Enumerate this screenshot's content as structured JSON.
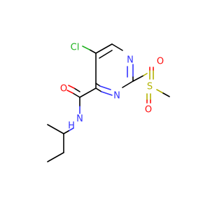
{
  "molecule": {
    "atoms": {
      "cl": {
        "text": "Cl",
        "color": "#1fb21f"
      },
      "n_ring_top": {
        "text": "N",
        "color": "#3333ff"
      },
      "n_ring_bottom": {
        "text": "N",
        "color": "#3333ff"
      },
      "s": {
        "text": "S",
        "color": "#b2b200"
      },
      "o_sulfonyl_top": {
        "text": "O",
        "color": "#ff0d0d"
      },
      "o_sulfonyl_bottom": {
        "text": "O",
        "color": "#ff0d0d"
      },
      "o_carbonyl": {
        "text": "O",
        "color": "#ff0d0d"
      },
      "n_amide": {
        "text": "N",
        "color": "#3333ff"
      },
      "h_amide": {
        "text": "H",
        "color": "#3333ff"
      }
    }
  }
}
